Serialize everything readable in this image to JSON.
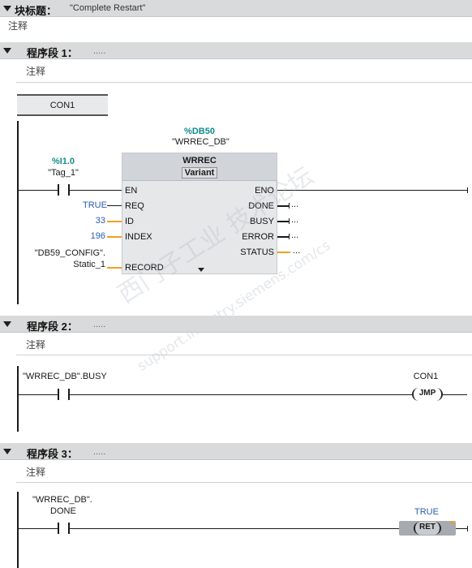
{
  "block": {
    "label": "块标题：",
    "title": "\"Complete Restart\"",
    "comment": "注释"
  },
  "networks": [
    {
      "title": "程序段 1：",
      "dots": ".....",
      "comment": "注释",
      "label_box": "CON1",
      "instance": {
        "db": "%DB50",
        "name": "\"WRREC_DB\""
      },
      "contact": {
        "address": "%I1.0",
        "tag": "\"Tag_1\""
      },
      "fb": {
        "name": "WRREC",
        "variant": "Variant",
        "inputs": [
          "EN",
          "REQ",
          "ID",
          "INDEX",
          "RECORD"
        ],
        "outputs": [
          "ENO",
          "DONE",
          "BUSY",
          "ERROR",
          "STATUS"
        ],
        "in_values": {
          "REQ": "TRUE",
          "ID": "33",
          "INDEX": "196"
        },
        "record_value": [
          "\"DB59_CONFIG\".",
          "Static_1"
        ],
        "out_value": "..."
      }
    },
    {
      "title": "程序段 2：",
      "dots": ".....",
      "comment": "注释",
      "contact_tag": "\"WRREC_DB\".BUSY",
      "jump_label": "CON1",
      "jump_instr": "JMP"
    },
    {
      "title": "程序段 3：",
      "dots": ".....",
      "comment": "注释",
      "contact_tag": [
        "\"WRREC_DB\".",
        "DONE"
      ],
      "ret_value": "TRUE",
      "ret_instr": "RET"
    }
  ],
  "watermark": {
    "line1": "西门子工业  技术论坛",
    "line2": "support.industry.siemens.com/cs"
  },
  "colors": {
    "header_bg": "#d9dadb",
    "fb_body": "#e6e7e9",
    "fb_header": "#d1d4d8",
    "address_teal": "#0f8c8c",
    "constant_blue": "#2a5db0",
    "param_line_orange": "#f0a020"
  }
}
